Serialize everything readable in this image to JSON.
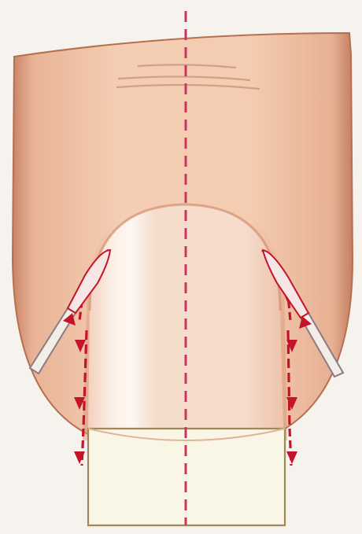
{
  "diagram": {
    "colors": {
      "background": "#f6f3ee",
      "skin": "#f2c7ab",
      "skin_shadow": "#dea085",
      "skin_edge": "#b4704f",
      "nail": "#f7e2d2",
      "nail_highlight": "#fdf8f2",
      "nail_free_edge": "#faf6e6",
      "outline": "#a08858",
      "cut_line": "#c3142a",
      "midline": "#c7365e",
      "crease": "#c9907a",
      "instrument": "#f2ede6",
      "instrument_outline": "#8a7a86"
    },
    "icons": [
      "scalpel-icon",
      "scalpel-icon"
    ],
    "elements": [
      "nail-fold-cut-lines",
      "lateral-nail-edge-cuts",
      "midline-reference"
    ]
  }
}
